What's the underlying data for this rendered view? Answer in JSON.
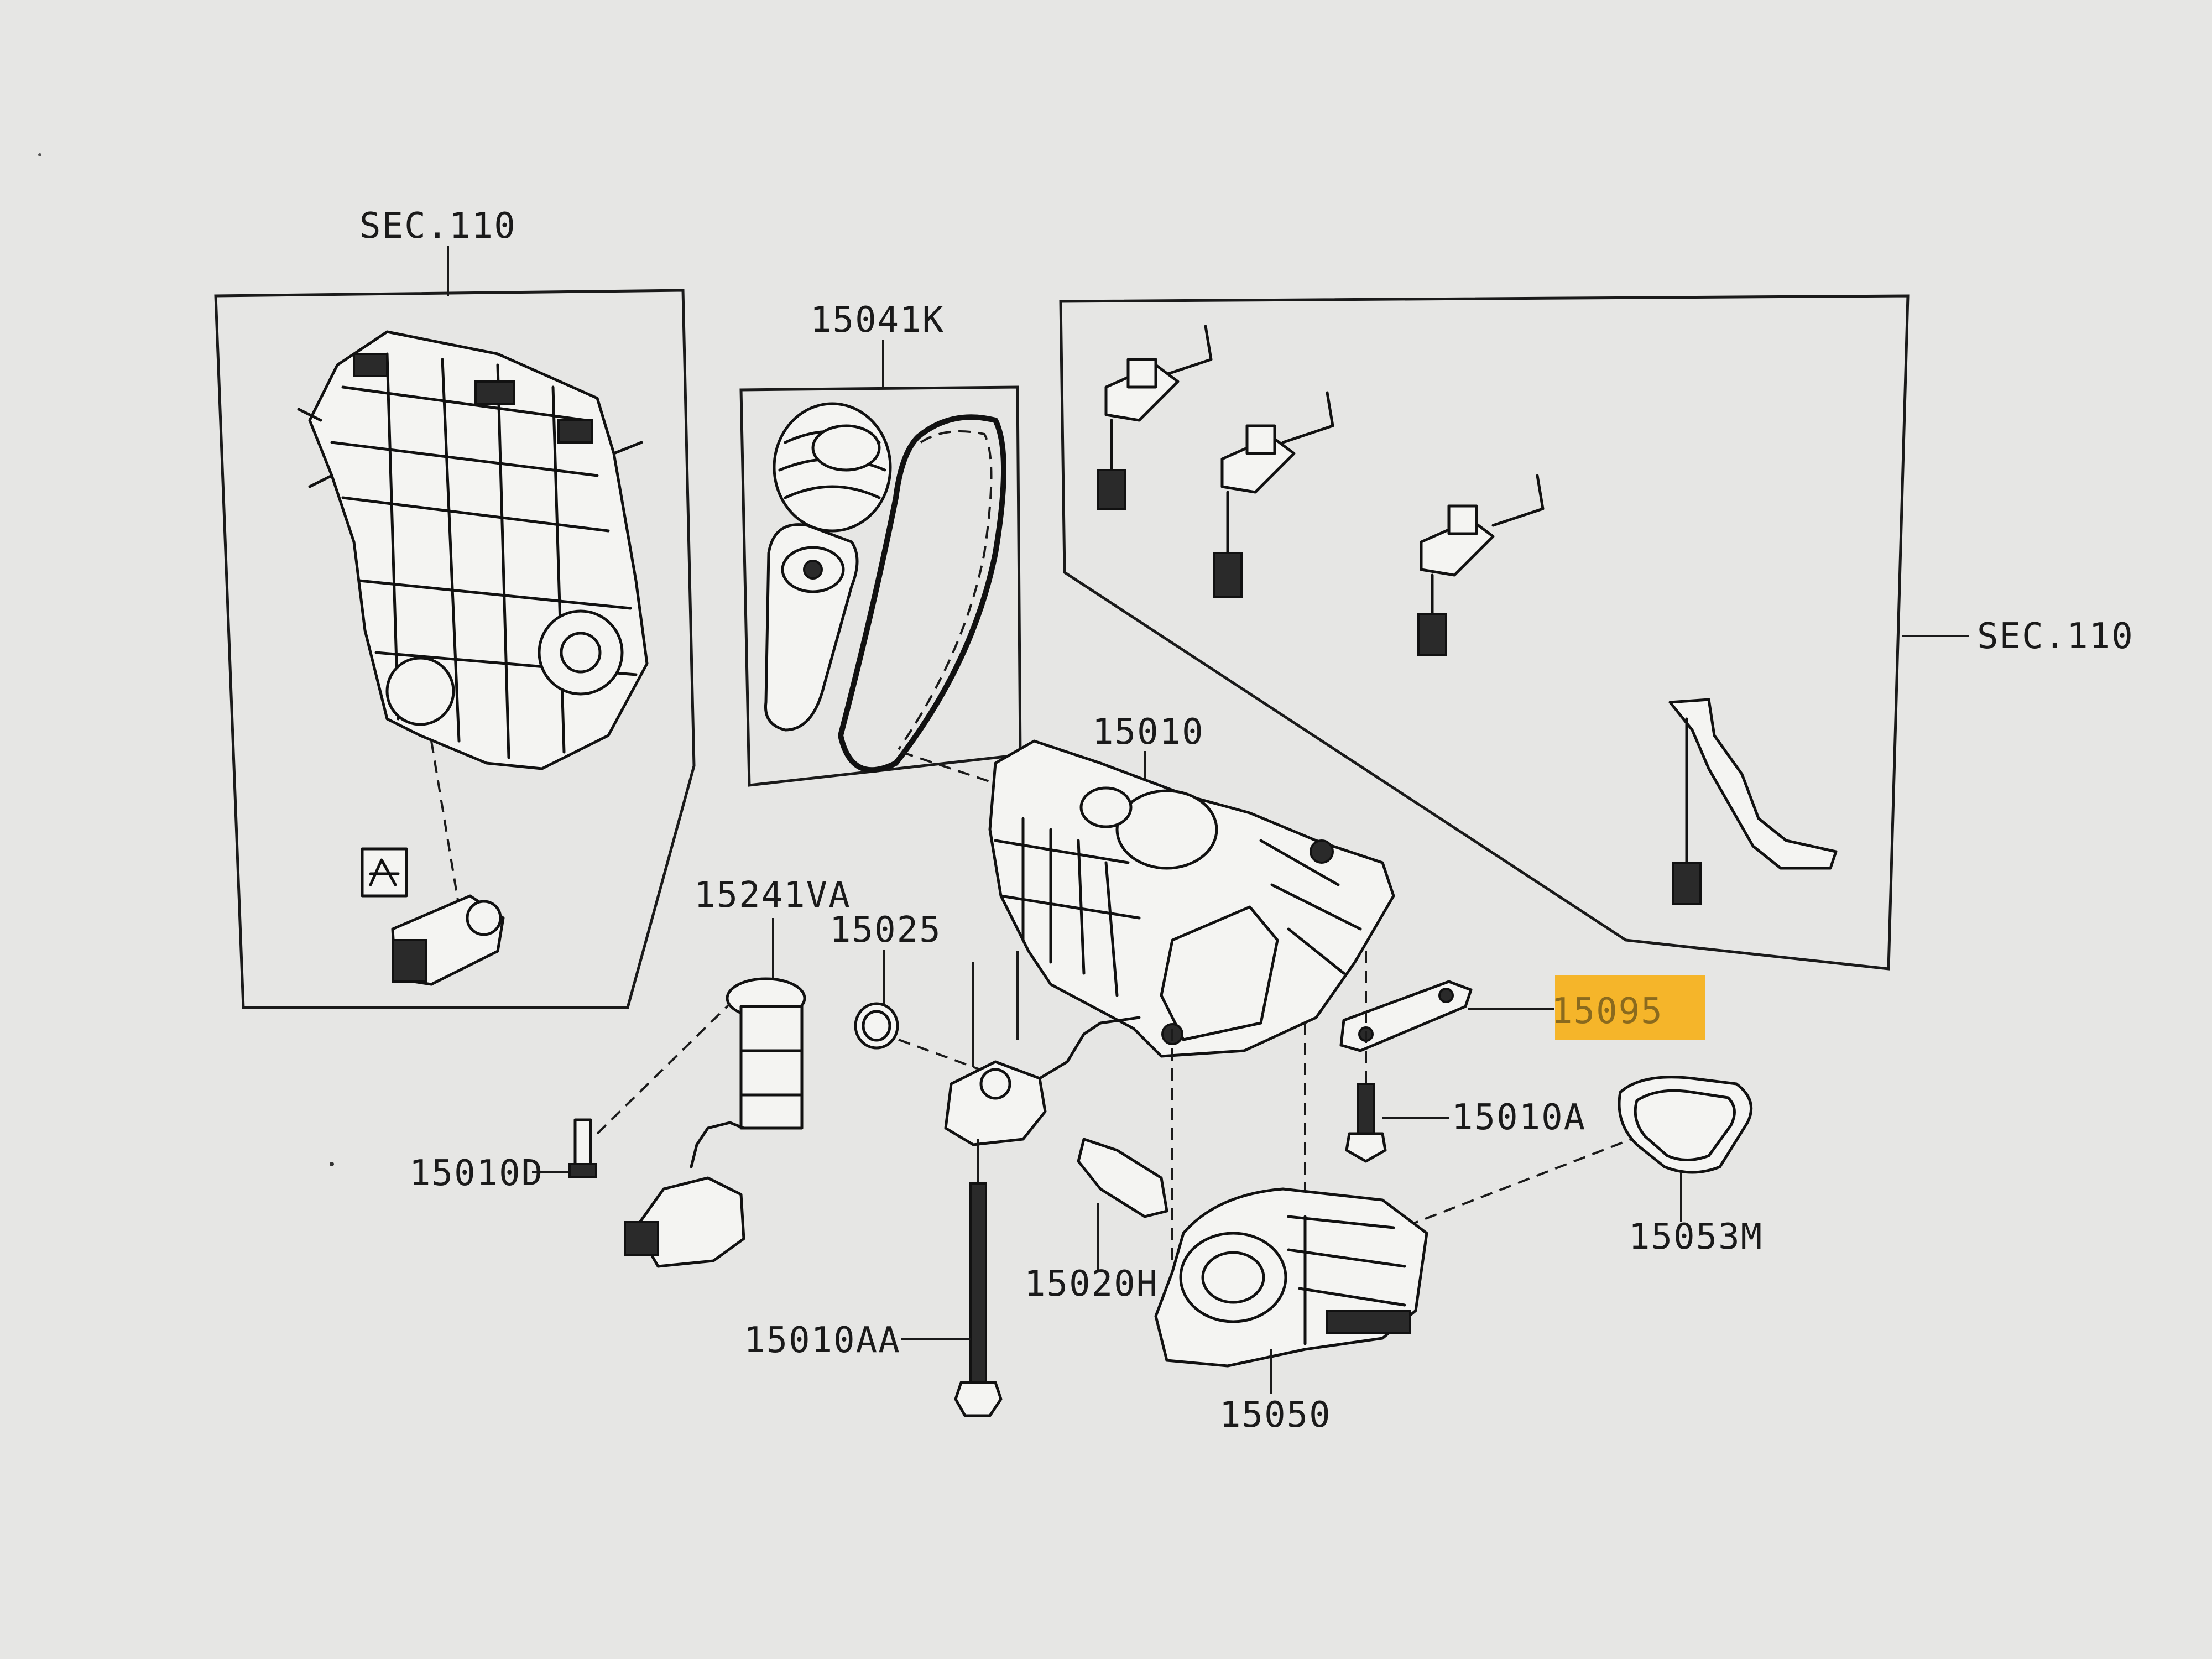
{
  "diagram": {
    "highlight_color": "#f5b52a",
    "labels": {
      "sec110_engine": "SEC.110",
      "p15041K": "15041K",
      "sec110_right": "SEC.110",
      "p15010": "15010",
      "p15241VA": "15241VA",
      "p15025": "15025",
      "p15095": "15095",
      "p15010A": "15010A",
      "p15010D": "15010D",
      "p15053M": "15053M",
      "p15020H": "15020H",
      "p15010AA": "15010AA",
      "p15050": "15050"
    }
  }
}
